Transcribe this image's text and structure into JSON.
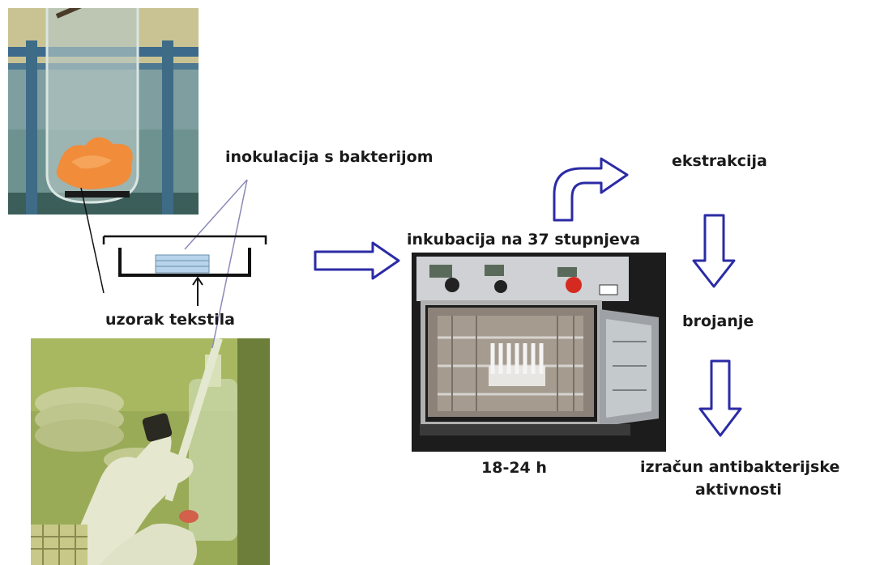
{
  "labels": {
    "inoculation": "inokulacija s bakterijom",
    "sample": "uzorak tekstila",
    "incubation": "inkubacija na 37 stupnjeva",
    "time": "18-24 h",
    "extraction": "ekstrakcija",
    "counting": "brojanje",
    "calculation_line1": "izračun antibakterijske",
    "calculation_line2": "aktivnosti"
  },
  "colors": {
    "arrow_outline": "#2b2ba6",
    "swatch_fill": "#b8d4ea"
  }
}
